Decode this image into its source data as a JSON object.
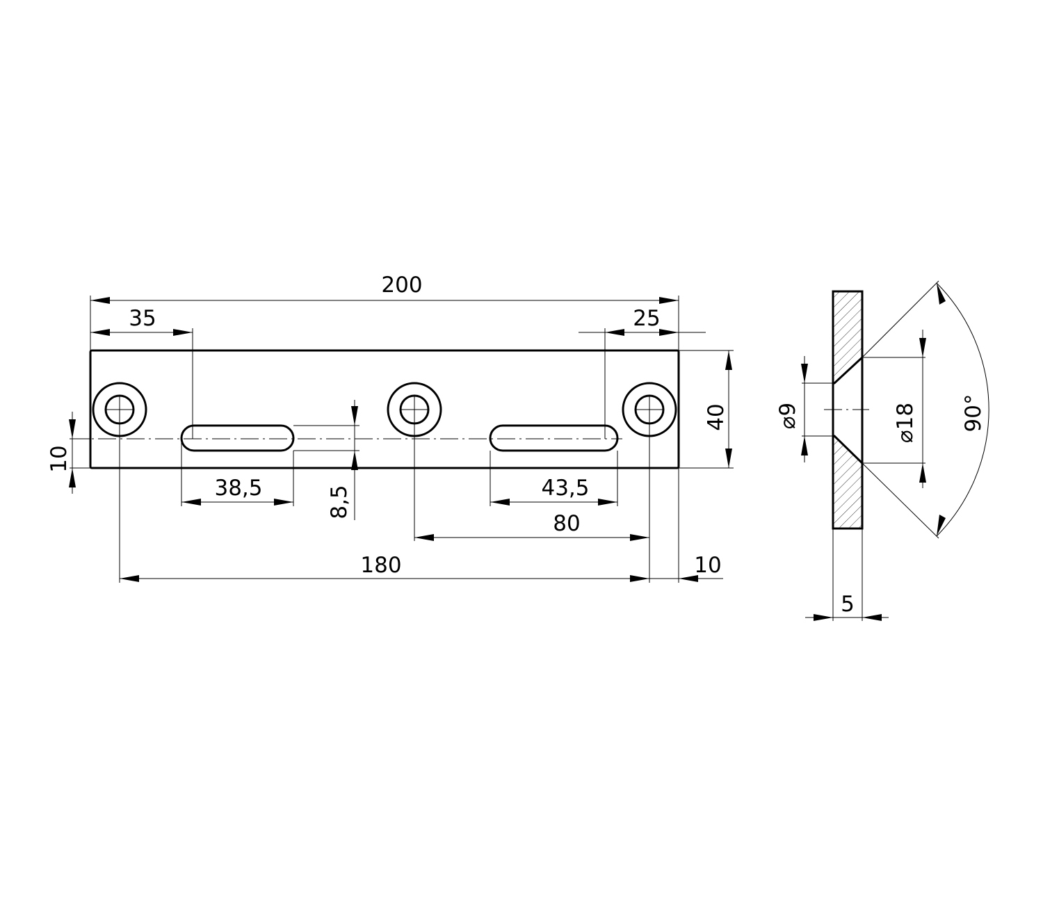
{
  "drawing": {
    "front_view": {
      "overall_length": "200",
      "slot1_offset": "35",
      "slot2_offset": "25",
      "plate_height": "40",
      "centerline_offset": "10",
      "slot_width": "8,5",
      "slot1_length": "38,5",
      "slot2_length": "43,5",
      "hole_spacing_middle": "80",
      "hole_spacing_outer": "180",
      "end_hole_offset": "10"
    },
    "side_view": {
      "through_hole_diameter": "⌀9",
      "countersink_diameter": "⌀18",
      "countersink_angle": "90°",
      "thickness": "5"
    },
    "colors": {
      "line": "#000000",
      "background": "#ffffff"
    }
  }
}
